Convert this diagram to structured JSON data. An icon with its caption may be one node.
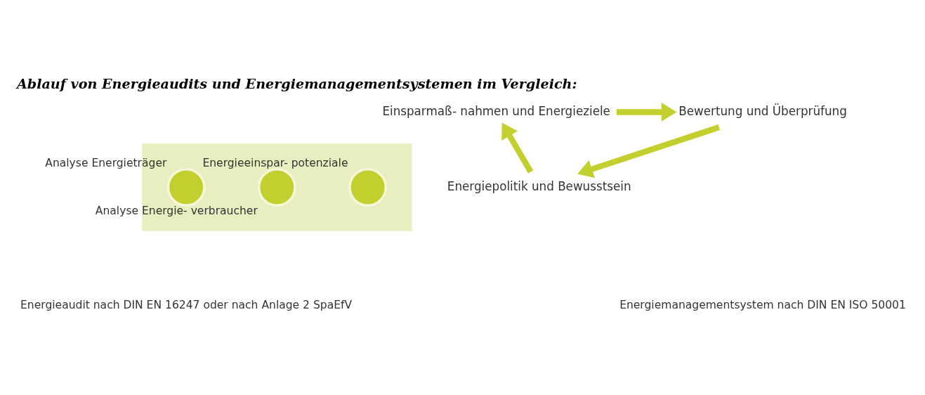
{
  "diagram": {
    "title": "Ablauf von Energieaudits und Energiemanagementsystemen im Vergleich:",
    "nodes": [
      {
        "text": [],
        "shape": "arrow"
      },
      {
        "text": [],
        "shape": "circle",
        "in": 0,
        "beside": [
          "Analyse Energieträger"
        ]
      },
      {
        "text": [],
        "shape": "circle",
        "in": 0,
        "beside": [
          "Analyse Energie- verbraucher"
        ]
      },
      {
        "text": [],
        "shape": "circle",
        "in": 0,
        "beside": [
          "Energieeinspar- potenziale"
        ]
      },
      {
        "text": [
          "Einsparmaß- nahmen und Energieziele"
        ]
      },
      {
        "text": [
          "Bewertung und Überprüfung"
        ]
      },
      {
        "text": [
          "Energiepolitik und Bewusstsein"
        ]
      }
    ],
    "edges": [
      {
        "from": 4,
        "to": 5,
        "arrow": "to"
      },
      {
        "from": 5,
        "to": 6,
        "arrow": "to"
      },
      {
        "from": 6,
        "to": 4,
        "arrow": "to"
      }
    ],
    "labels": [
      "Energieaudit nach DIN EN 16247 oder nach Anlage 2 SpaEfV",
      "Energiemanagementsystem nach DIN EN ISO 50001"
    ]
  }
}
